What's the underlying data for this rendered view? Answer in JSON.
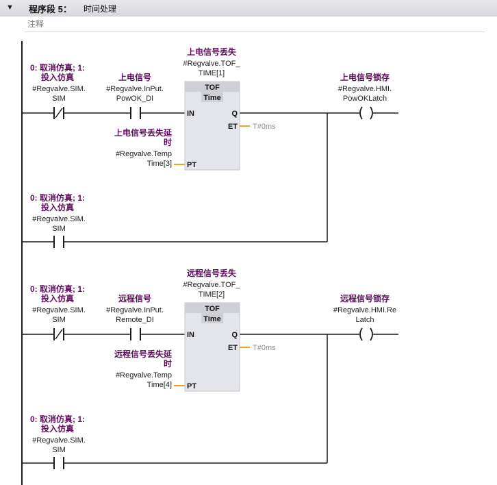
{
  "header": {
    "segment_label": "程序段 5：",
    "segment_title": "时间处理",
    "collapse_icon": "triangle-down-icon"
  },
  "comment": {
    "placeholder": "注释"
  },
  "networks": {
    "n1": {
      "sim_contact": {
        "comment_l1": "0: 取消仿真; 1:",
        "comment_l2": "投入仿真",
        "var_l1": "#Regvalve.SIM.",
        "var_l2": "SIM"
      },
      "input_contact": {
        "comment": "上电信号",
        "var_l1": "#Regvalve.InPut.",
        "var_l2": "PowOK_DI"
      },
      "timer": {
        "comment": "上电信号丢失",
        "var_l1": "#Regvalve.TOF_",
        "var_l2": "TIME[1]",
        "type": "TOF",
        "unit": "Time",
        "pin_in": "IN",
        "pin_pt": "PT",
        "pin_q": "Q",
        "pin_et": "ET",
        "et_value": "T#0ms"
      },
      "pt_input": {
        "comment_l1": "上电信号丢失延",
        "comment_l2": "时",
        "var_l1": "#Regvalve.Temp",
        "var_l2": "Time[3]"
      },
      "coil": {
        "comment": "上电信号锁存",
        "var_l1": "#Regvalve.HMI.",
        "var_l2": "PowOKLatch"
      },
      "branch_contact": {
        "comment_l1": "0: 取消仿真; 1:",
        "comment_l2": "投入仿真",
        "var_l1": "#Regvalve.SIM.",
        "var_l2": "SIM"
      }
    },
    "n2": {
      "sim_contact": {
        "comment_l1": "0: 取消仿真; 1:",
        "comment_l2": "投入仿真",
        "var_l1": "#Regvalve.SIM.",
        "var_l2": "SIM"
      },
      "input_contact": {
        "comment": "远程信号",
        "var_l1": "#Regvalve.InPut.",
        "var_l2": "Remote_DI"
      },
      "timer": {
        "comment": "远程信号丢失",
        "var_l1": "#Regvalve.TOF_",
        "var_l2": "TIME[2]",
        "type": "TOF",
        "unit": "Time",
        "pin_in": "IN",
        "pin_pt": "PT",
        "pin_q": "Q",
        "pin_et": "ET",
        "et_value": "T#0ms"
      },
      "pt_input": {
        "comment_l1": "远程信号丢失延",
        "comment_l2": "时",
        "var_l1": "#Regvalve.Temp",
        "var_l2": "Time[4]"
      },
      "coil": {
        "comment": "远程信号锁存",
        "var_l1": "#Regvalve.HMI.Re",
        "var_l2": "Latch"
      },
      "branch_contact": {
        "comment_l1": "0: 取消仿真; 1:",
        "comment_l2": "投入仿真",
        "var_l1": "#Regvalve.SIM.",
        "var_l2": "SIM"
      }
    }
  },
  "colors": {
    "wire": "#1a1a1a",
    "orange": "#f0a020",
    "box_fill": "#e4e5ea",
    "box_head": "#cfd0d6",
    "purple": "#5d0c5b"
  }
}
